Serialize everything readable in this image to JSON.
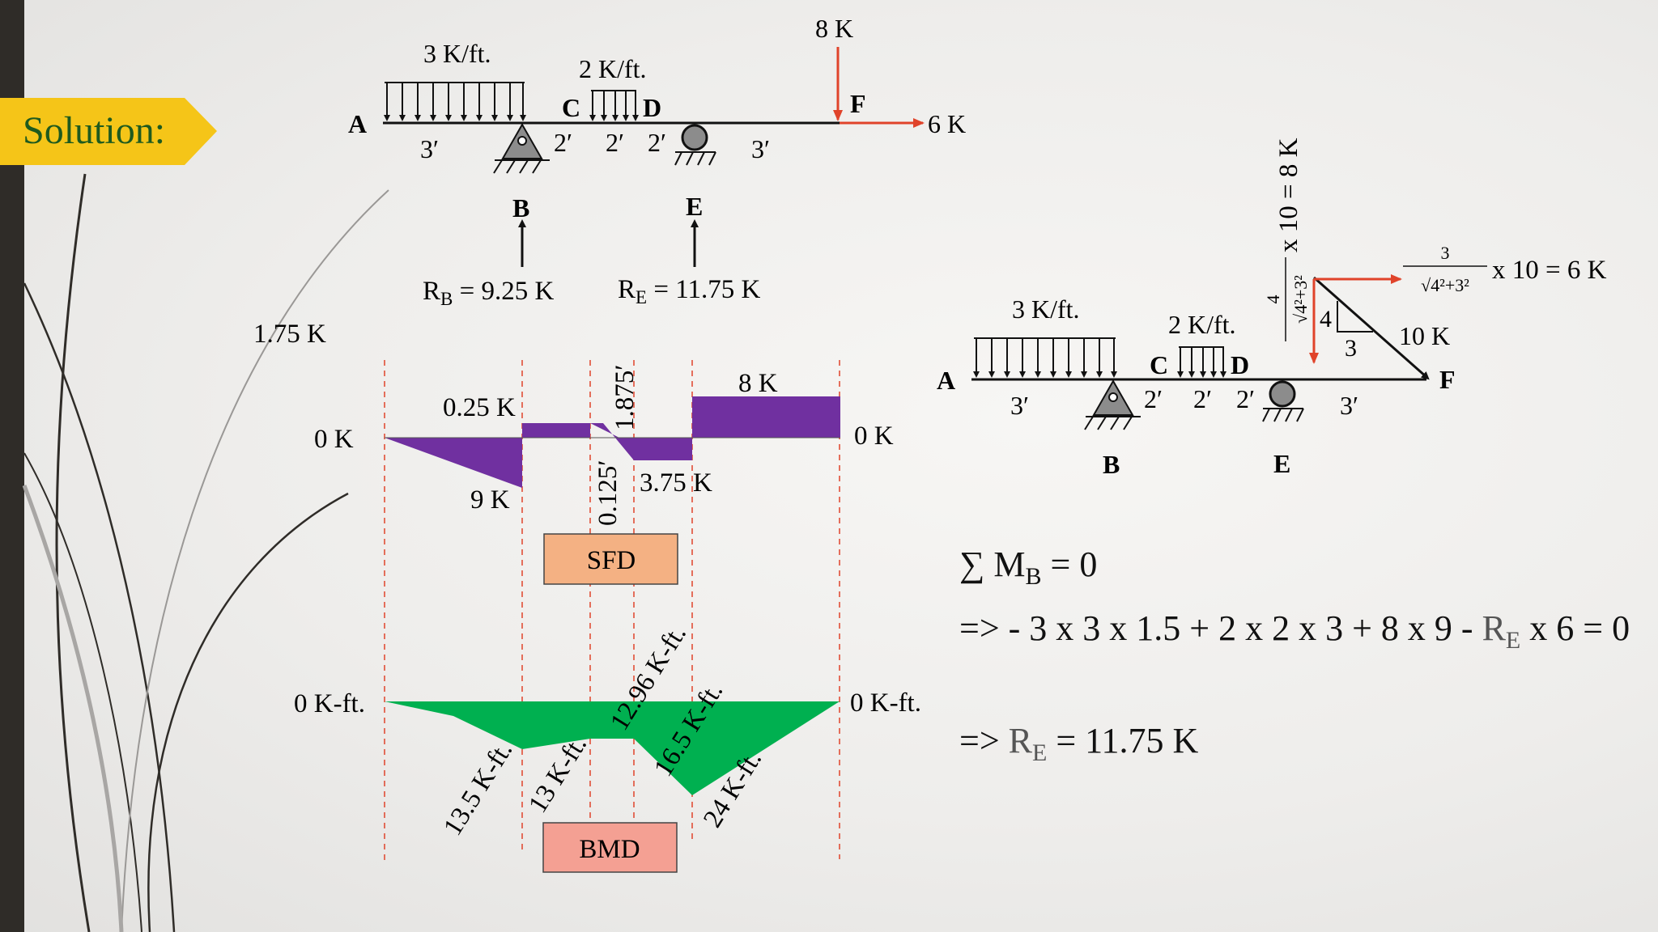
{
  "slide": {
    "banner": "Solution:"
  },
  "beam": {
    "loads": {
      "udl_ab": "3 K/ft.",
      "udl_cd": "2 K/ft.",
      "point_vertical": "8 K",
      "point_horizontal": "6 K"
    },
    "points": {
      "a": "A",
      "b": "B",
      "c": "C",
      "d": "D",
      "e": "E",
      "f": "F"
    },
    "spans": [
      "3′",
      "2′",
      "2′",
      "2′",
      "3′"
    ],
    "reactions": {
      "rb": {
        "symbol": "R",
        "sub": "B",
        "value": " = 9.25 K"
      },
      "re": {
        "symbol": "R",
        "sub": "E",
        "value": " = 11.75 K"
      }
    }
  },
  "sfd": {
    "title": "SFD",
    "labels": {
      "left_extra": "1.75 K",
      "zero_left": "0 K",
      "zero_right": "0 K",
      "v_025": "0.25 K",
      "v_9": "9 K",
      "v_8": "8 K",
      "v_375": "3.75 K",
      "d_1875": "1.875′",
      "d_0125": "0.125′"
    }
  },
  "bmd": {
    "title": "BMD",
    "labels": {
      "zero_left": "0 K-ft.",
      "zero_right": "0 K-ft.",
      "m_135": "13.5 K-ft.",
      "m_13": "13 K-ft.",
      "m_1296": "12.96 K-ft.",
      "m_165": "16.5 K-ft.",
      "m_24": "24 K-ft."
    }
  },
  "fbd": {
    "udl_ab": "3 K/ft.",
    "udl_cd": "2 K/ft.",
    "points": {
      "a": "A",
      "b": "B",
      "c": "C",
      "d": "D",
      "e": "E",
      "f": "F"
    },
    "spans": [
      "3′",
      "2′",
      "2′",
      "2′",
      "3′"
    ],
    "force": "10 K",
    "triangle_v": "4",
    "triangle_h": "3",
    "component_h": {
      "numerator": "3",
      "denominator": "√4²+3²",
      "rest": "x 10 = 6 K"
    },
    "component_v": {
      "numerator": "4",
      "denominator": "√4²+3²",
      "rest": "x 10 = 8 K"
    }
  },
  "equations": {
    "sum_symbol": "∑ M",
    "sum_sub": "B",
    "sum_rest": " = 0",
    "line2_a": "=> - 3 x 3 x 1.5 + 2 x 2 x 3 + 8 x 9 - ",
    "line2_r": "R",
    "line2_sub": "E",
    "line2_b": " x 6 = 0",
    "line3_a": "=> ",
    "line3_r": "R",
    "line3_sub": "E",
    "line3_b": " = 11.75 K"
  },
  "colors": {
    "banner": "#f5c518",
    "banner_text": "#1e5a1e",
    "sfd_fill": "#7030a0",
    "bmd_fill": "#00b050",
    "sfd_box": "#f4b183",
    "bmd_box": "#f4a093",
    "arrow_red": "#e0432a",
    "guide": "#e0432a"
  }
}
